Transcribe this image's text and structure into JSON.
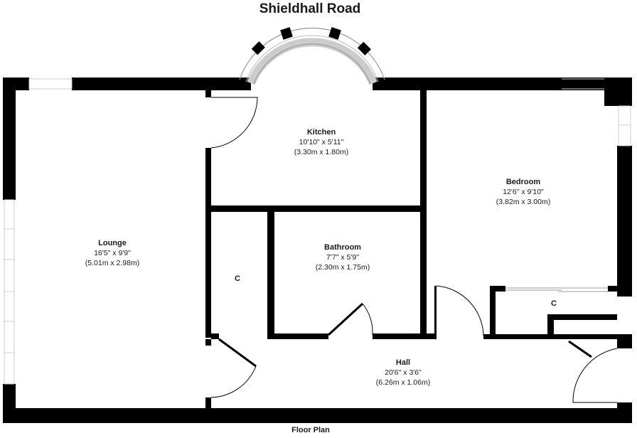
{
  "title": "Shieldhall Road",
  "footer": "Floor Plan",
  "rooms": {
    "kitchen": {
      "name": "Kitchen",
      "imperial": "10'10\" x 5'11\"",
      "metric": "(3.30m x 1.80m)"
    },
    "bedroom": {
      "name": "Bedroom",
      "imperial": "12'6\" x 9'10\"",
      "metric": "(3.82m x 3.00m)"
    },
    "lounge": {
      "name": "Lounge",
      "imperial": "16'5\" x 9'9\"",
      "metric": "(5.01m x 2.98m)"
    },
    "bathroom": {
      "name": "Bathroom",
      "imperial": "7'7\" x 5'9\"",
      "metric": "(2.30m x 1.75m)"
    },
    "hall": {
      "name": "Hall",
      "imperial": "20'6\" x 3'6\"",
      "metric": "(6.26m x 1.06m)"
    },
    "cupboard_left": {
      "name": "C"
    },
    "cupboard_right": {
      "name": "C"
    }
  },
  "colors": {
    "wall": "#000000",
    "background": "#ffffff",
    "window": "#cccccc",
    "text": "#1a1a1a"
  }
}
